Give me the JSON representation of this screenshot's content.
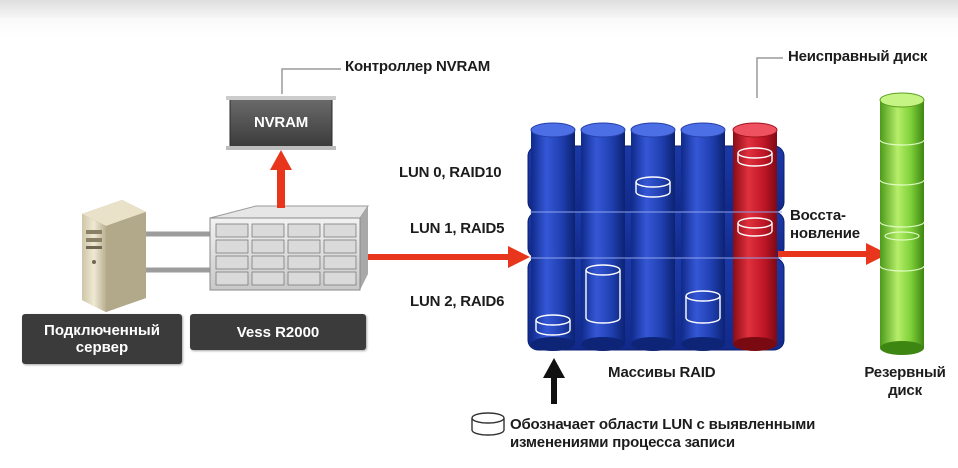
{
  "labels": {
    "nvram_controller": "Контроллер NVRAM",
    "nvram_box": "NVRAM",
    "failed_disk": "Неисправный диск",
    "lun0": "LUN 0, RAID10",
    "lun1": "LUN 1, RAID5",
    "lun2": "LUN 2, RAID6",
    "rebuild_line1": "Восста-",
    "rebuild_line2": "новление",
    "connected_server_line1": "Подключенный",
    "connected_server_line2": "сервер",
    "vess": "Vess R2000",
    "raid_arrays": "Массивы RAID",
    "spare_disk_line1": "Резервный",
    "spare_disk_line2": "диск",
    "legend_line1": "Обозначает области LUN с выявленными",
    "legend_line2": "изменениями процесса записи"
  },
  "colors": {
    "disk_blue": "#1f3fb0",
    "disk_red": "#c01626",
    "spare_green": "#7fd13a",
    "arrow_red": "#e8361c",
    "dark_box": "#3b3b3b"
  },
  "icons": [
    "server-tower-icon",
    "storage-enclosure-icon",
    "nvram-module-icon",
    "disk-region-icon"
  ]
}
